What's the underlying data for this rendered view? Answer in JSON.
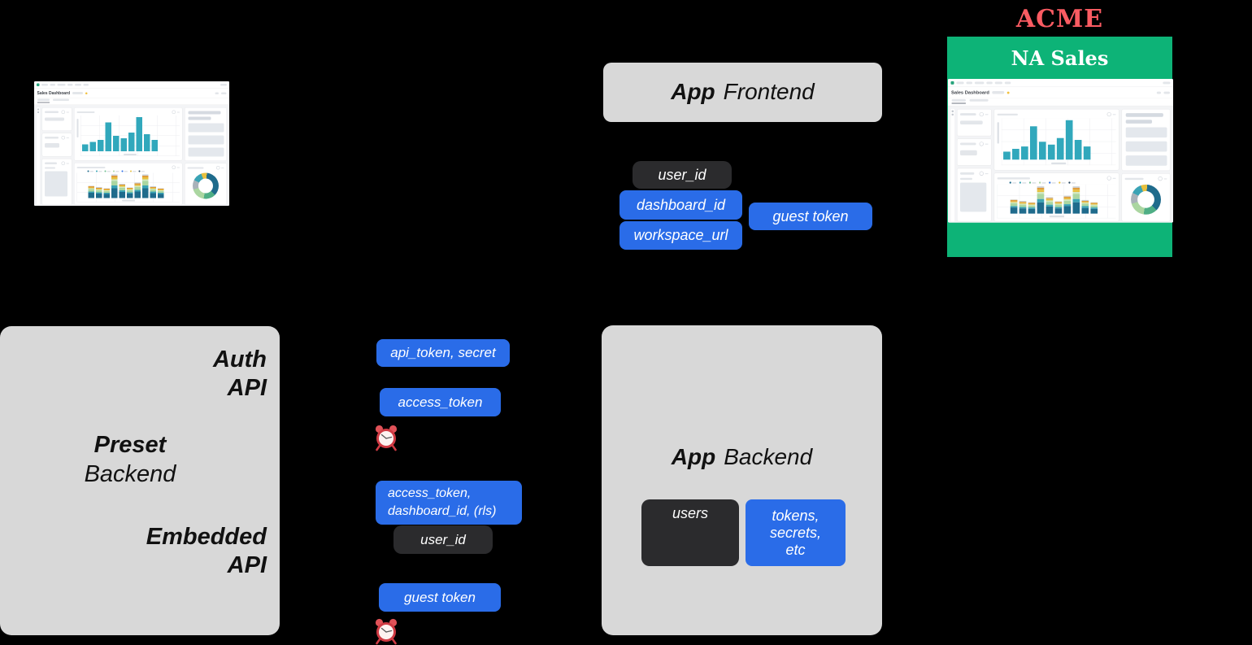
{
  "colors": {
    "background": "#000000",
    "panel_gray": "#d8d8d8",
    "chip_blue": "#2a6ce8",
    "chip_dark": "#2b2b2d",
    "acme_green": "#0db377",
    "acme_red": "#fa5b62",
    "dashboard_teal": "#31a8bc"
  },
  "frontend": {
    "title_bold": "App",
    "title_rest": "Frontend",
    "chips": {
      "user_id": "user_id",
      "dashboard_id": "dashboard_id",
      "workspace_url": "workspace_url",
      "guest_token": "guest token"
    }
  },
  "acme": {
    "brand": "ACME",
    "banner": "NA Sales"
  },
  "preset": {
    "auth": "Auth\nAPI",
    "name_bold": "Preset",
    "name_rest": "Backend",
    "embedded": "Embedded\nAPI"
  },
  "flow": {
    "chips": {
      "api_token_secret": "api_token, secret",
      "access_token": "access_token",
      "access_rls": "access_token,\ndashboard_id, (rls)",
      "user_id": "user_id",
      "guest_token": "guest token"
    }
  },
  "backend": {
    "title_bold": "App",
    "title_rest": "Backend",
    "stores": {
      "users": "users",
      "tokens": "tokens,\nsecrets,\netc"
    }
  },
  "dashboard": {
    "title": "Sales Dashboard"
  },
  "chart_data": [
    {
      "type": "bar",
      "title": "",
      "values": [
        20,
        27,
        33,
        85,
        45,
        38,
        55,
        100,
        50,
        33
      ],
      "color": "#31a8bc",
      "grid": true,
      "note": "teal bar chart in Sales Dashboard mock, axes unlabeled"
    },
    {
      "type": "bar",
      "variant": "stacked",
      "title": "",
      "values": [
        52,
        46,
        42,
        100,
        60,
        45,
        65,
        100,
        50,
        42
      ],
      "segment_fractions": [
        0.42,
        0.12,
        0.18,
        0.08,
        0.08,
        0.07,
        0.05
      ],
      "segment_colors": [
        "#1f6b8c",
        "#3aa3b5",
        "#abd6a1",
        "#d2e8c0",
        "#e7c03f",
        "#df9c3b",
        "#c9ced4"
      ],
      "legend_colors": [
        "#1f6b8c",
        "#3aa3b5",
        "#6fbe8f",
        "#abd6a1",
        "#2a6ce8",
        "#e7c03f",
        "#24435f"
      ],
      "grid": true,
      "note": "stacked bar chart in Sales Dashboard mock, axes unlabeled"
    },
    {
      "type": "pie",
      "variant": "donut",
      "title": "",
      "start_angle_deg": -20,
      "segments": [
        {
          "color": "#e7c03f",
          "value": 7
        },
        {
          "color": "#1f6b8c",
          "value": 36
        },
        {
          "color": "#4fae85",
          "value": 15
        },
        {
          "color": "#abd6a1",
          "value": 18
        },
        {
          "color": "#a9b2ba",
          "value": 12
        },
        {
          "color": "#3aa3b5",
          "value": 12
        }
      ],
      "note": "donut chart in Sales Dashboard mock, unlabeled"
    }
  ]
}
